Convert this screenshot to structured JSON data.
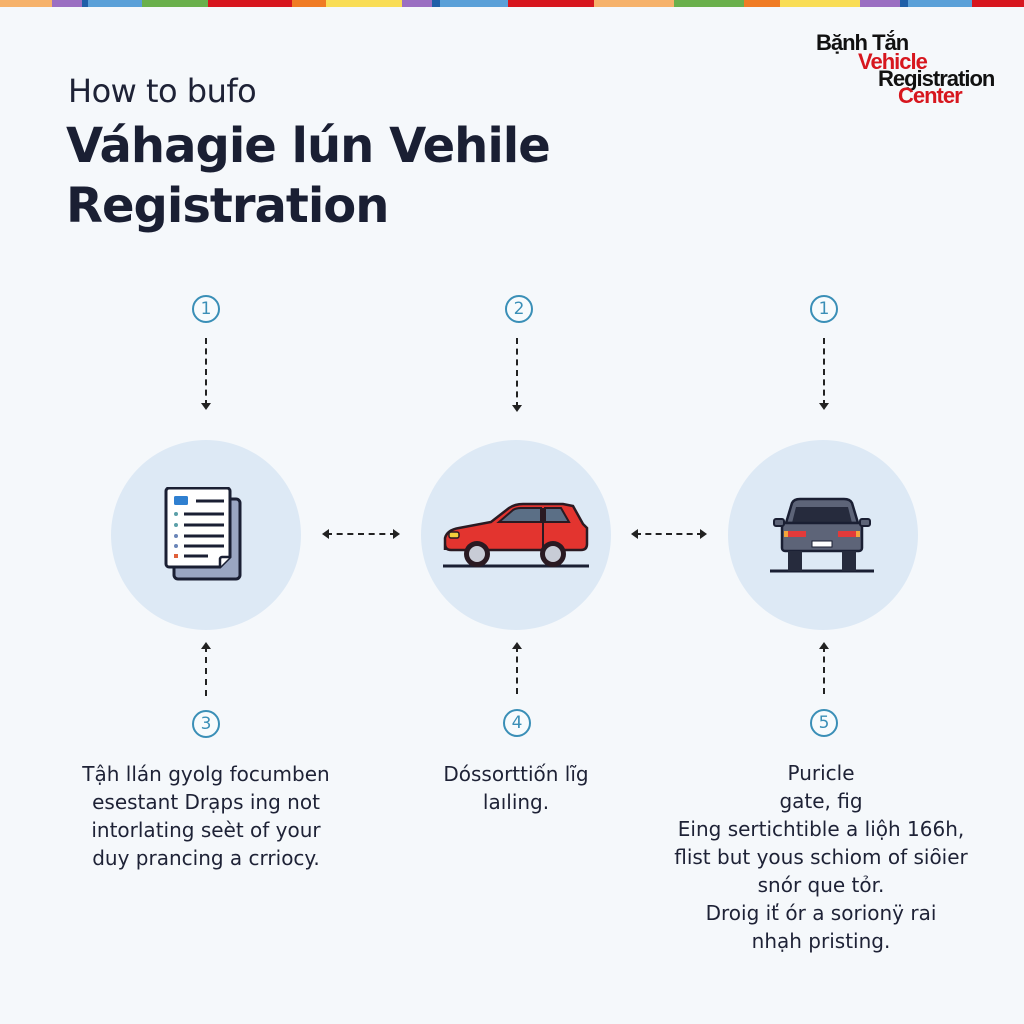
{
  "header": {
    "subtitle": "How to bufo",
    "title_line1": "Váhagie lún Vehile",
    "title_line2": "Registration"
  },
  "logo": {
    "line1": "Bặnh Tắn",
    "line2": "Vehicle",
    "line3": "Registration",
    "line4": "Center",
    "colors": {
      "dark": "#111111",
      "accent": "#d7161e"
    }
  },
  "stripe_colors": [
    "#f6b26b",
    "#9b6fc2",
    "#1f5fa8",
    "#5aa0d8",
    "#6ab04c",
    "#d7161e",
    "#f07c24",
    "#f9dd55",
    "#9b6fc2",
    "#1f5fa8",
    "#5aa0d8",
    "#d7161e",
    "#f6b26b",
    "#6ab04c",
    "#f07c24",
    "#f9dd55",
    "#9b6fc2",
    "#1f5fa8",
    "#5aa0d8",
    "#d7161e"
  ],
  "steps_top": [
    {
      "number": "1"
    },
    {
      "number": "2"
    },
    {
      "number": "1"
    }
  ],
  "steps_bottom": [
    {
      "number": "3"
    },
    {
      "number": "4"
    },
    {
      "number": "5"
    }
  ],
  "icons": [
    {
      "name": "document-icon"
    },
    {
      "name": "red-hatchback-car-icon"
    },
    {
      "name": "suv-rear-view-icon"
    }
  ],
  "descriptions": [
    {
      "lines": [
        "Tậh llán gyolg focumben",
        "esestant Drạps ing not",
        "intorlating seèt of your",
        "duy prancing a crriocy."
      ]
    },
    {
      "lines": [
        "Dóssorttiốn lĩg",
        "laıling."
      ]
    },
    {
      "lines": [
        "Puricle",
        "gate, fig",
        "Eing sertichtible a liộh 166h,",
        "flist but yous schiom of siȏier",
        "snór que tỏr.",
        "Droig iť ór a sorionÿ rai",
        "nhạh pristing."
      ]
    }
  ],
  "colors": {
    "background": "#f5f8fb",
    "circle": "#dde9f5",
    "step_number": "#3a8fb7",
    "text": "#1a1f33"
  }
}
